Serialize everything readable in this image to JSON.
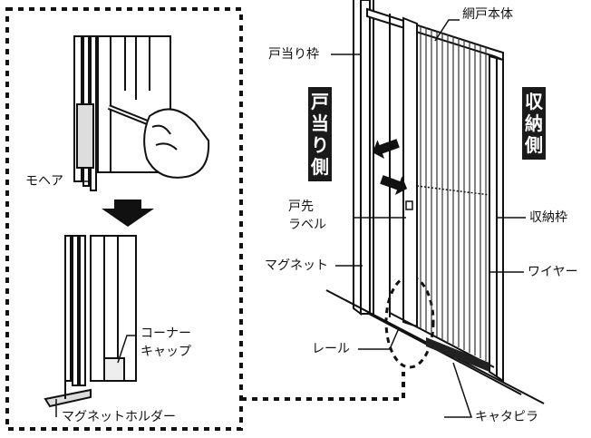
{
  "labels": {
    "screen_body": "網戸本体",
    "door_stop_frame": "戸当り枠",
    "door_tip_label_line1": "戸先",
    "door_tip_label_line2": "ラベル",
    "storage_frame": "収納枠",
    "magnet": "マグネット",
    "wire": "ワイヤー",
    "rail": "レール",
    "caterpillar": "キャタピラ",
    "mohair": "モヘア",
    "corner_cap_line1": "コーナー",
    "corner_cap_line2": "キャップ",
    "magnet_holder": "マグネットホルダー"
  },
  "badges": {
    "door_stop_side": [
      "戸",
      "当",
      "り",
      "側"
    ],
    "storage_side": [
      "収",
      "納",
      "側"
    ]
  }
}
